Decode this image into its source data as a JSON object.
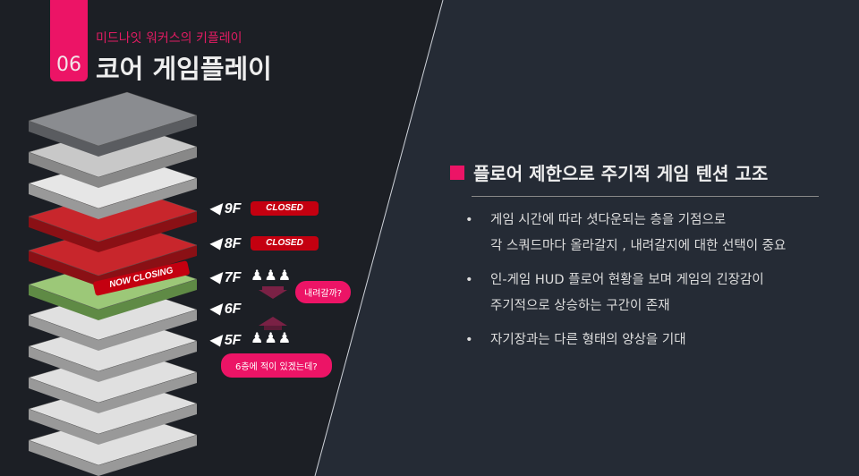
{
  "header": {
    "number": "06",
    "subtitle": "미드나잇 워커스의 키플레이",
    "title": "코어 게임플레이"
  },
  "floors": [
    {
      "label": "9F",
      "status": "CLOSED"
    },
    {
      "label": "8F",
      "status": "CLOSED"
    },
    {
      "label": "7F",
      "status": ""
    },
    {
      "label": "6F",
      "status": ""
    },
    {
      "label": "5F",
      "status": ""
    }
  ],
  "now_closing": "NOW CLOSING",
  "bubbles": {
    "down": "내려갈까?",
    "enemy": "6층에 적이 있겠는데?"
  },
  "people_glyph": "♟♟♟",
  "section": {
    "heading": "플로어 제한으로 주기적 게임 텐션 고조",
    "bullets": [
      {
        "lines": [
          "게임 시간에 따라 셧다운되는 층을 기점으로",
          "각 스쿼드마다 올라갈지 , 내려갈지에 대한 선택이 중요"
        ]
      },
      {
        "lines": [
          "인-게임 HUD 플로어 현황을 보며 게임의 긴장감이",
          "주기적으로 상승하는 구간이 존재"
        ]
      },
      {
        "lines": [
          "자기장과는 다른 형태의 양상을 기대"
        ]
      }
    ]
  },
  "colors": {
    "accent": "#ec1466",
    "closed": "#c40010"
  }
}
